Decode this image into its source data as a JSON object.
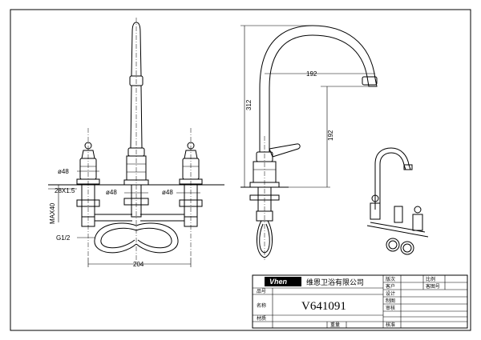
{
  "dimensions": {
    "body_dia_left": "ø48",
    "spout_dia": "ø48",
    "body_dia_right": "ø48",
    "thickness": "28X1.5",
    "max_depth": "MAX40",
    "thread": "G1/2",
    "spread_width": "204",
    "spout_reach": "192",
    "total_height": "312",
    "spout_height": "192"
  },
  "title_block": {
    "logo": "Vhen",
    "company": "维恩卫浴有限公司",
    "model": "V641091",
    "label_no": "品号",
    "label_name": "名称",
    "label_material": "材质",
    "label_weight": "重量",
    "label_version": "版次",
    "label_customer": "客户",
    "label_design": "设计",
    "label_drawing": "制图",
    "label_review": "审核",
    "label_approve": "核准",
    "label_scale": "比例",
    "label_customer_part": "客图号"
  }
}
